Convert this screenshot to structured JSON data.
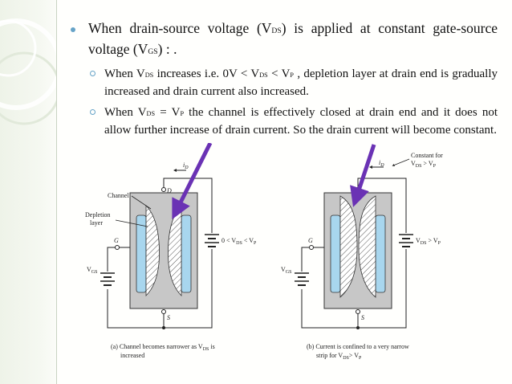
{
  "slide": {
    "bullet": {
      "p1": "When drain-source voltage (V",
      "sub_ds": "DS",
      "p2": ") is applied at constant gate-source voltage (V",
      "sub_gs": "GS",
      "p3": ") : ."
    },
    "sub1": {
      "p1": "When V",
      "sub_ds": "DS",
      "p2": " increases i.e. 0V < V",
      "sub_ds2": "DS",
      "p3": " < V",
      "sub_p": "P",
      "p4": " , depletion layer at drain end is gradually increased and drain current also increased."
    },
    "sub2": {
      "p1": "When V",
      "sub_ds": "DS",
      "p2": " = V",
      "sub_p": "P",
      "p3": " the channel is effectively closed at drain end and it does not allow further increase of drain current. So the drain current will become constant."
    }
  },
  "figure": {
    "left": {
      "id": "i",
      "id_sub": "D",
      "d": "D",
      "g": "G",
      "s": "S",
      "channel": "Channel",
      "depletion1": "Depletion",
      "depletion2": "layer",
      "vgs": "V",
      "vgs_sub": "GS",
      "vds": "0 < V",
      "vds_sub": "DS",
      "vds_tail": " < V",
      "vds_tail_sub": "P",
      "caption1": "(a) Channel becomes narrower as V",
      "caption1_sub": "DS",
      "caption1_tail": " is",
      "caption2": "increased"
    },
    "right": {
      "id": "i",
      "id_sub": "D",
      "g": "G",
      "s": "S",
      "constant1": "Constant for",
      "constant2": "V",
      "constant2_sub": "DS",
      "constant2_tail": " > V",
      "constant2_tail_sub": "P",
      "vgs": "V",
      "vgs_sub": "GS",
      "vds": "V",
      "vds_sub": "DS",
      "vds_tail": " > V",
      "vds_tail_sub": "P",
      "caption1": "(b) Current is confined to a very narrow",
      "caption2": "strip for V",
      "caption2_sub": "DS",
      "caption2_tail": "> V",
      "caption2_tail_sub": "P"
    },
    "colors": {
      "arrow": "#6a32b4",
      "channel": "#c7c7c7",
      "gate": "#a8d6ee",
      "hatch": "#555555"
    }
  }
}
